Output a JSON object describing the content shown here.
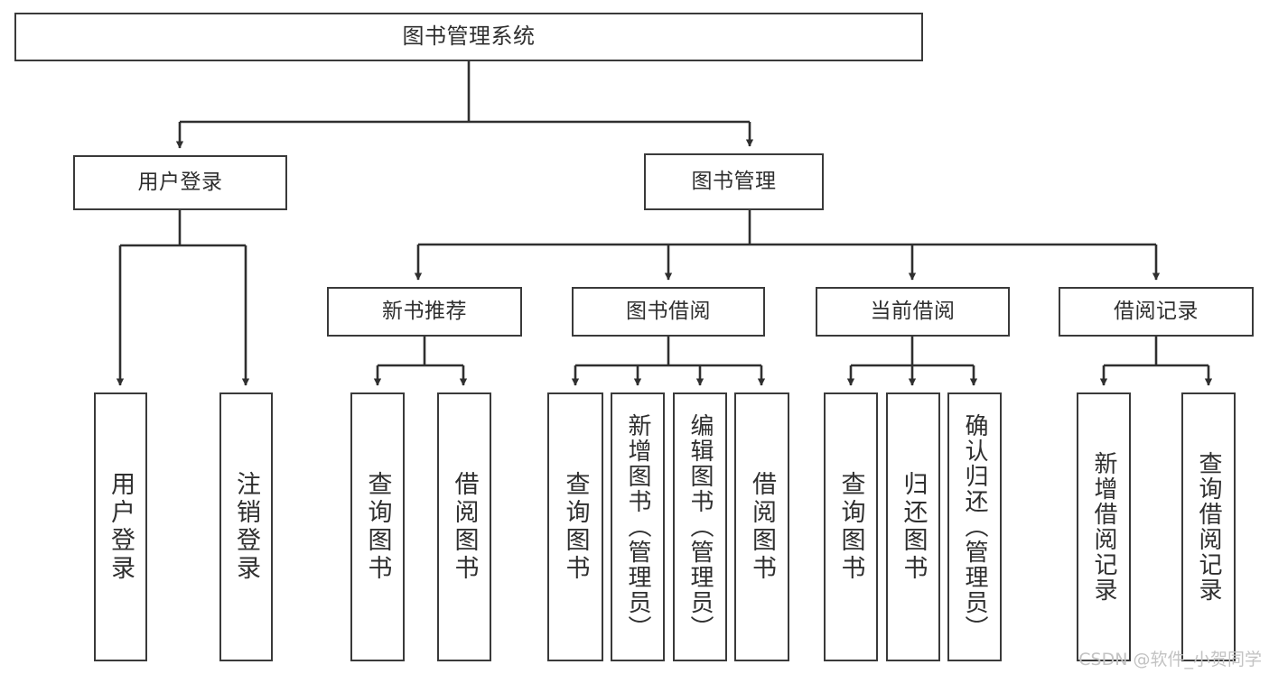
{
  "diagram": {
    "title": "图书管理系统",
    "watermark": "CSDN @软件_小贺同学",
    "colors": {
      "box_border": "#3a3a3a",
      "text": "#2f2f2f",
      "connector": "#2f2f2f",
      "background": "#ffffff",
      "watermark": "#c3c3c3"
    },
    "levels": {
      "level1": [
        {
          "label": "图书管理系统"
        }
      ],
      "level2": [
        {
          "label": "用户登录"
        },
        {
          "label": "图书管理"
        }
      ],
      "level3": [
        {
          "label": "新书推荐"
        },
        {
          "label": "图书借阅"
        },
        {
          "label": "当前借阅"
        },
        {
          "label": "借阅记录"
        }
      ],
      "leaves": {
        "user_login": [
          {
            "label": "用户登录"
          },
          {
            "label": "注销登录"
          }
        ],
        "new_book_recommend": [
          {
            "label": "查询图书"
          },
          {
            "label": "借阅图书"
          }
        ],
        "book_borrow": [
          {
            "label": "查询图书"
          },
          {
            "label": "新增图书（管理员）"
          },
          {
            "label": "编辑图书（管理员）"
          },
          {
            "label": "借阅图书"
          }
        ],
        "current_borrow": [
          {
            "label": "查询图书"
          },
          {
            "label": "归还图书"
          },
          {
            "label": "确认归还（管理员）"
          }
        ],
        "borrow_record": [
          {
            "label": "新增借阅记录"
          },
          {
            "label": "查询借阅记录"
          }
        ]
      }
    }
  }
}
